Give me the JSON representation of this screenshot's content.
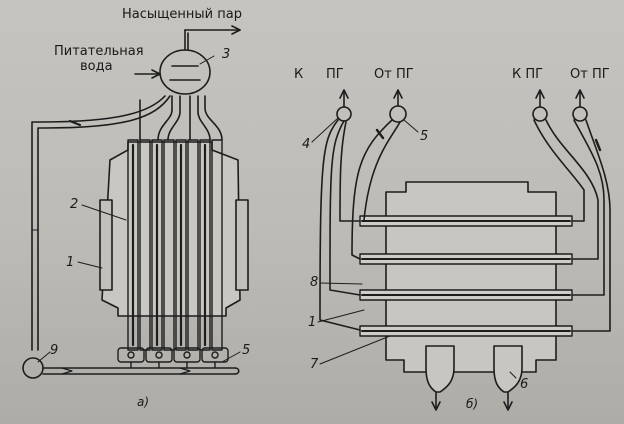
{
  "labels": {
    "steam": "Насыщенный пар",
    "feedwater_line1": "Питательная",
    "feedwater_line2": "вода",
    "left_k": "К",
    "left_pg": "ПГ",
    "from_pg_1": "От ПГ",
    "to_pg": "К ПГ",
    "from_pg_2": "От ПГ"
  },
  "numbers": {
    "n3": "3",
    "n2": "2",
    "n1_left": "1",
    "n9": "9",
    "n5_left": "5",
    "n4": "4",
    "n5_right": "5",
    "n8": "8",
    "n1_right": "1",
    "n7": "7",
    "n6": "6"
  },
  "subfigures": {
    "a": "а)",
    "b": "б)"
  }
}
